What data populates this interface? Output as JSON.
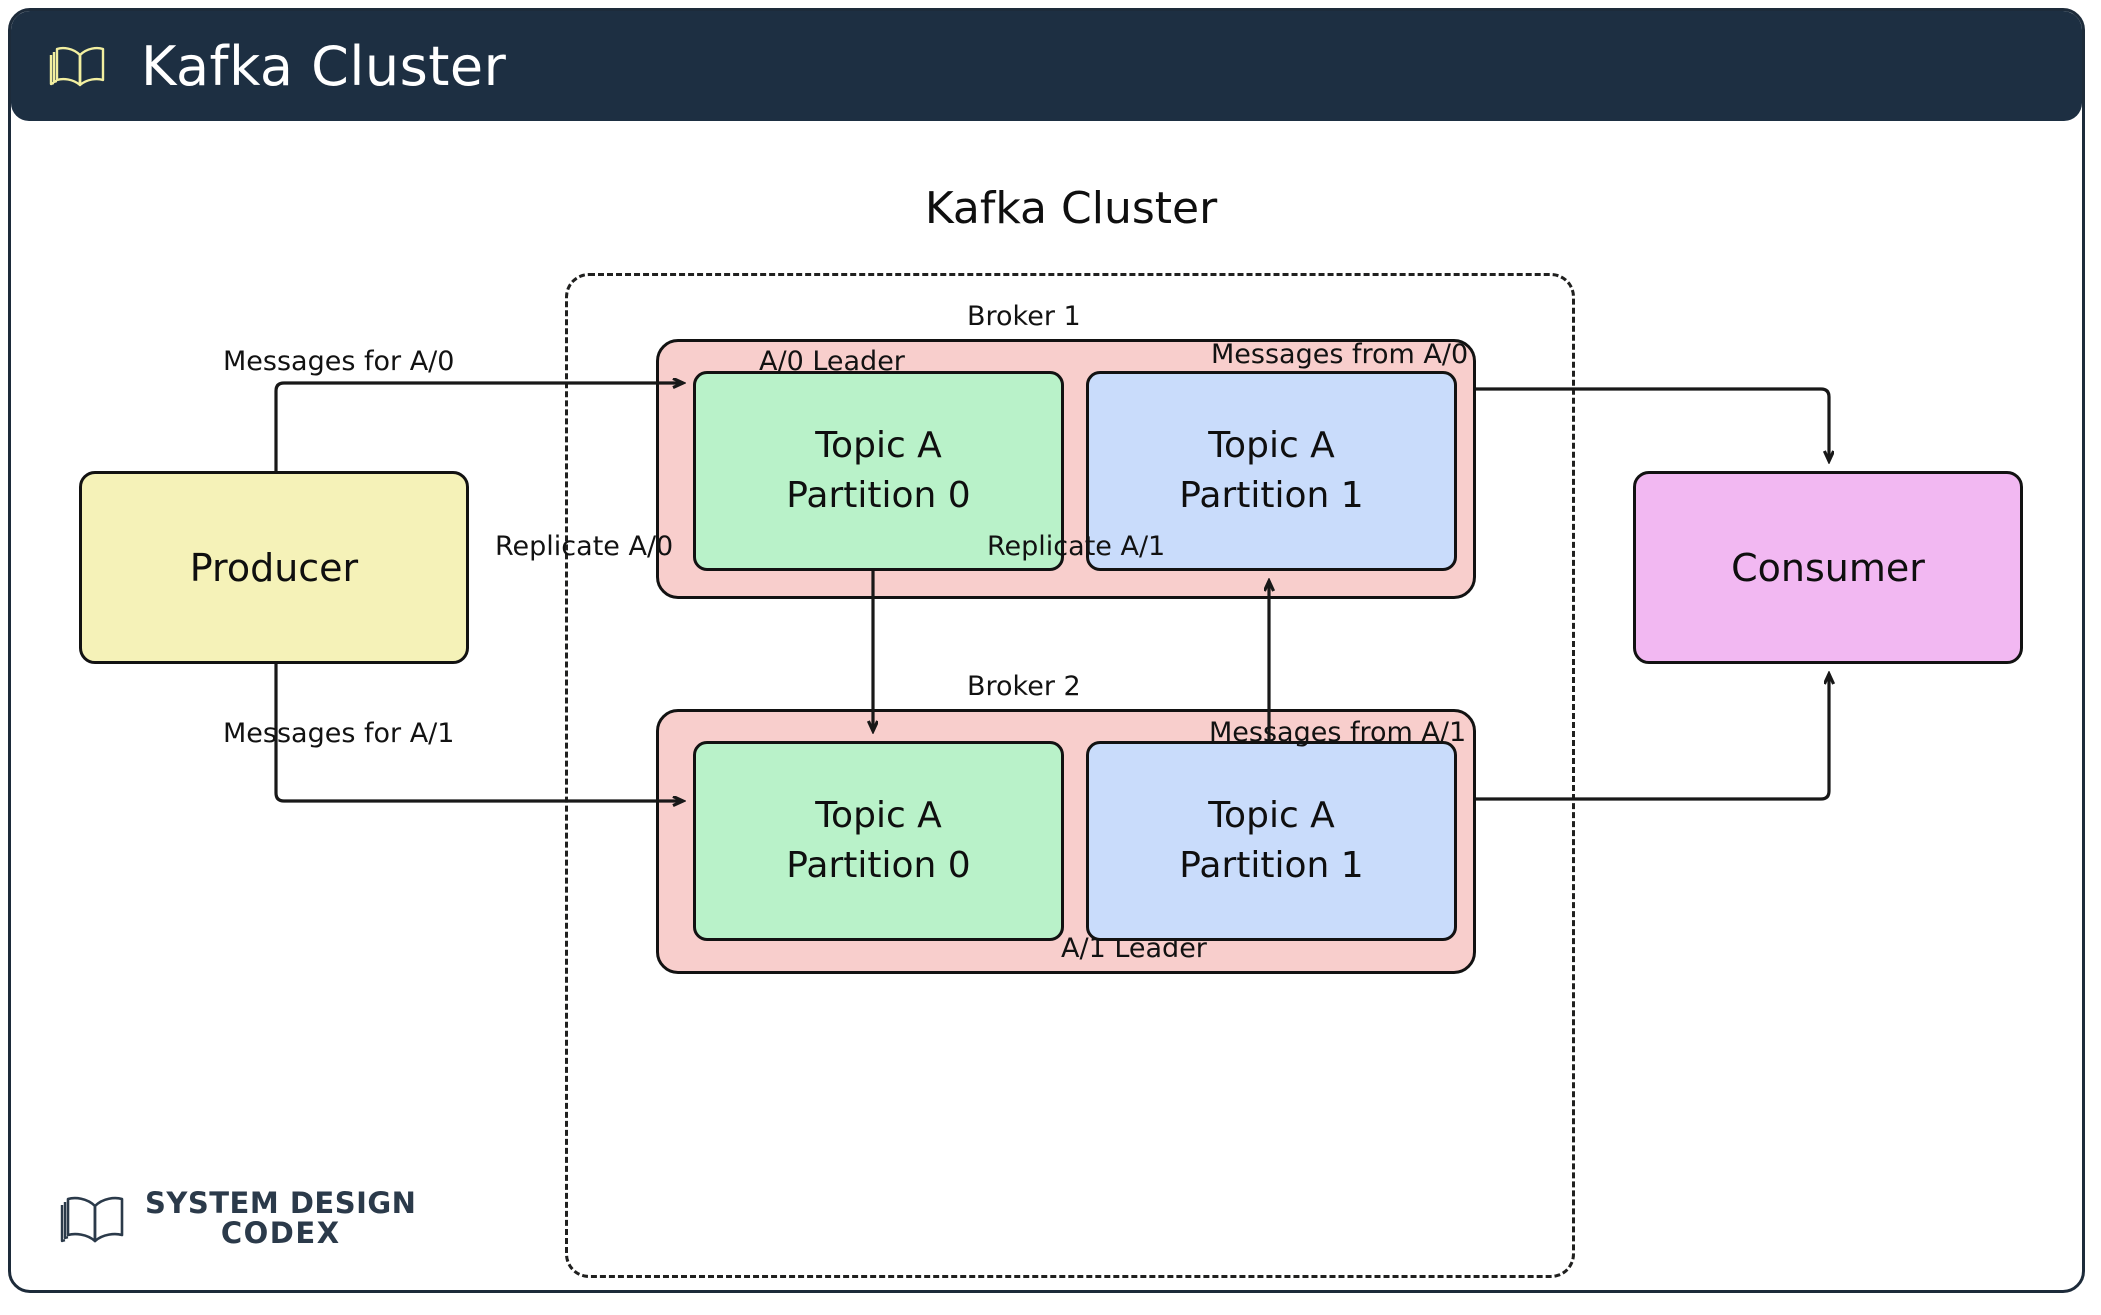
{
  "header": {
    "title": "Kafka Cluster",
    "icon": "open-book-icon",
    "bg_color": "#1d2f42",
    "icon_color": "#f2efa0",
    "title_color": "#ffffff"
  },
  "diagram": {
    "title": "Kafka Cluster",
    "cluster_boundary_style": "dashed",
    "brokers": [
      {
        "id": "broker1",
        "label": "Broker 1",
        "leader_label": "A/0 Leader",
        "leader_label_position": "top-left",
        "fill": "#f8cecc",
        "partitions": [
          {
            "id": "p-b1-0",
            "line1": "Topic A",
            "line2": "Partition 0",
            "fill": "#b9f2c9",
            "role": "leader"
          },
          {
            "id": "p-b1-1",
            "line1": "Topic A",
            "line2": "Partition 1",
            "fill": "#c9dcfb",
            "role": "follower"
          }
        ]
      },
      {
        "id": "broker2",
        "label": "Broker 2",
        "leader_label": "A/1 Leader",
        "leader_label_position": "bottom-right",
        "fill": "#f8cecc",
        "partitions": [
          {
            "id": "p-b2-0",
            "line1": "Topic A",
            "line2": "Partition 0",
            "fill": "#b9f2c9",
            "role": "follower"
          },
          {
            "id": "p-b2-1",
            "line1": "Topic A",
            "line2": "Partition 1",
            "fill": "#c9dcfb",
            "role": "leader"
          }
        ]
      }
    ],
    "endpoints": [
      {
        "id": "producer",
        "label": "Producer",
        "fill": "#f5f2b8"
      },
      {
        "id": "consumer",
        "label": "Consumer",
        "fill": "#f2b8f2"
      }
    ],
    "edges": [
      {
        "id": "msg-a0",
        "label": "Messages for A/0",
        "from": "producer",
        "to": "p-b1-0"
      },
      {
        "id": "msg-a1",
        "label": "Messages for A/1",
        "from": "producer",
        "to": "p-b2-0"
      },
      {
        "id": "from-a0",
        "label": "Messages from A/0",
        "from": "broker1",
        "to": "consumer"
      },
      {
        "id": "from-a1",
        "label": "Messages from A/1",
        "from": "broker2",
        "to": "consumer"
      },
      {
        "id": "rep-a0",
        "label": "Replicate A/0",
        "from": "p-b1-0",
        "to": "p-b2-0"
      },
      {
        "id": "rep-a1",
        "label": "Replicate A/1",
        "from": "p-b2-1",
        "to": "p-b1-1"
      }
    ]
  },
  "footer": {
    "logo_line1": "SYSTEM DESIGN",
    "logo_line2": "CODEX",
    "icon": "open-book-icon",
    "color": "#2b3a4a"
  }
}
